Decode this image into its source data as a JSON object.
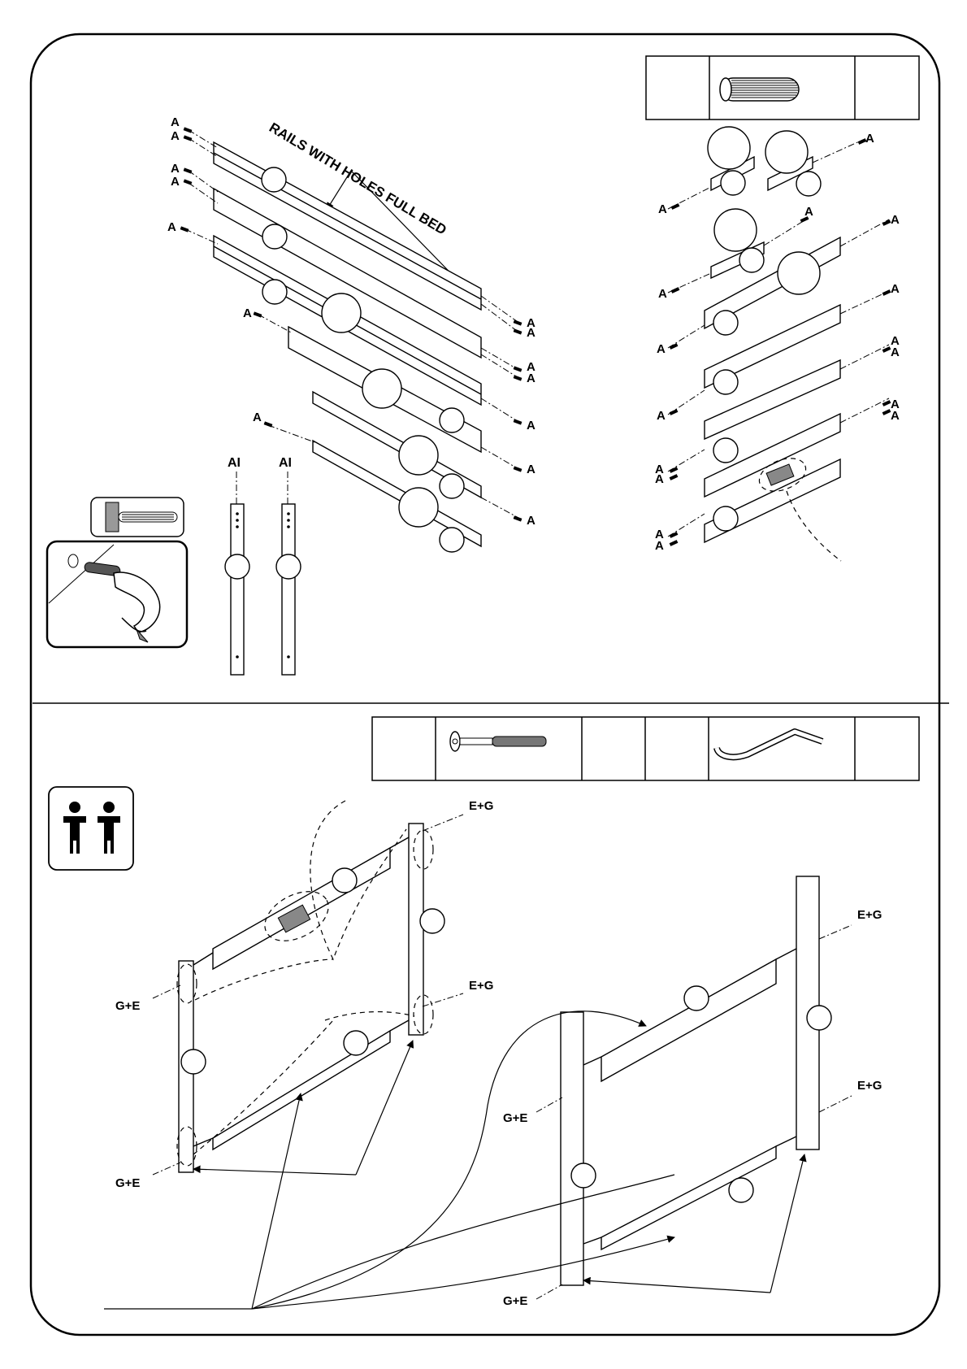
{
  "top_section": {
    "callout": "RAILS WITH HOLES FULL BED",
    "dowel_label": "A",
    "post_label": "AI",
    "parts_table": {
      "dowel_icon": "wooden-dowel-icon"
    },
    "tool_hint": {
      "icon": "hammer-icon",
      "hand_icon": "hand-inserting-dowel-icon"
    }
  },
  "bottom_section": {
    "bolt_label_right": "E+G",
    "bolt_label_left": "G+E",
    "people_icon": "two-person-assembly-icon",
    "parts_table": {
      "bolt_icon": "bolt-icon",
      "key_icon": "allen-key-icon"
    }
  }
}
